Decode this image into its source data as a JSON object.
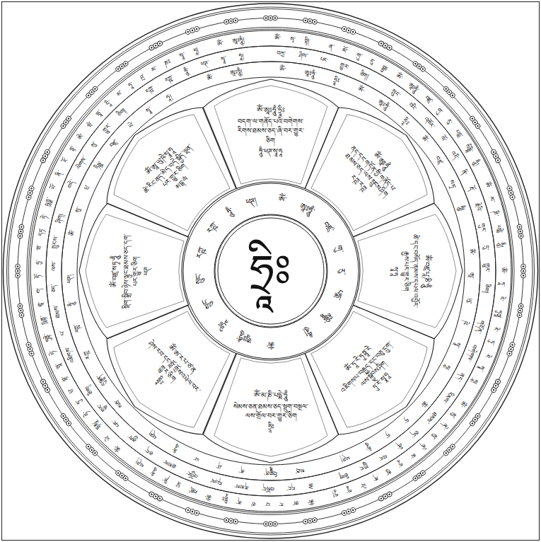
{
  "diagram": {
    "nodes": [
      {
        "text": [
          "ༀ་སྭ་སྟི། ན་མོ་གུ་རུ་བྷྱཿ ༀ་ཨཱཿཧཱུྃ་བཛྲ་གུ་རུ་པདྨ་སིདྡྷི་ཧཱུྃ། ༀ་མ་ཎི་པདྨེ་ཧཱུྃ། ༀ་ཏཱ་རེ་ཏུཏྟཱ་རེ་ཏུ་རེ་སྭཱ་ཧཱ། ༀ་མུ་ནེ་མུ་ནེ་མ་ཧཱ་མུ་ན་ཡེ་སྭཱ་ཧཱ། ༀ་ཨ་ར་པ་ཙ་ན་དྷཱིཿ ༀ་བཛྲ་པཱ་ཎི་ཧཱུྃ་ཕཊ། ༀ་ཡེ་དྷརྨཱ་ཧེ་ཏུ་པྲ་བྷ་ཝཱ་ཧེ་ཏུནྟེ་ཥཱནྟ་ཐཱ་ག་ཏོ་ཧྱ་ཝ་དཏ་ཏེ་ཥཱཉྩ་ཡོ་ནི་རོ་དྷ་ཨེ་ཝཾ་ཝཱ་དཱི་མ་ཧཱ་ཤྲ་མ་ཎཿ སྭཱ་ཧཱ། ༀ་ཨཱཿཧཱུྃ།"
        ]
      },
      {
        "text": [
          "བཀྲ་ཤིས་པར་གྱུར་ཅིག། སྲུང་བའི་འཁོར་ལོ་འདི་ནི་རྡོ་རྗེའི་གུར་དུ་གྱུར་ཅིག། གདོན་བགེགས་ནད་རིམས་ཐམས་ཅད་ཞི་བར་གྱུར་ཅིག། ཚེ་དང་བསོད་ནམས་དཔལ་འབྱོར་ཐམས་ཅད་རྒྱས་པར་གྱུར་ཅིག། འཇིགས་པ་ཐམས་ཅད་ལས་སྲུངས་ཤིག། བདེ་ལེགས་སུ་གྱུར་ཅིག། རཀྵ་རཀྵ་ཧཱུྃ་ཕཊ་སྭཱ་ཧཱ།"
        ]
      },
      {
        "text": [
          "ༀ་ཨཱཿཧཱུྃ་ཧྲཱིཿ ༀ་ཨཱཿཧཱུྃ་ཧྲཱིཿ ༀ་བཛྲ་སཏྭ་ཧཱུྃ། ༀ་ཨཱ་ཡུ་ཥེ་སྭཱ་ཧཱ། ༀ་ཧ་ཧ་ཧཱུྃ་ཕཊ། སརྦ་བིགྷྣཱན་ན་ཤ་ཡ་ཧཱུྃ་ཕཊ། སརྦ་དུཥྚཱན་རཀྵ་རཀྵ་ཧཱུྃ་ཕཊ། ༀ་སུ་པྲ་ཏིཥྛ་བཛྲ་ཡེ་སྭཱ་ཧཱ། ༀ་ཨཱཿཧཱུྃ།"
        ]
      },
      {
        "text": [
          "ༀ་ཨཱཿཧཱུྃ་ཧྲཱིཿ",
          "བདག་ལ་གནོད་པའི་བགེགས་རིགས་ཐམས་ཅད་ཞི་བར་གྱུར་ཅིག",
          "ཧཱུྃ་ཕཊ་སྭཱ་ཧཱ"
        ]
      },
      {
        "text": [
          "ༀ་ཨཱཿཧཱུྃ",
          "ནད་དང་གདོན་གྱི་གནོད་པ་ཐམས་ཅད་ལས་སྲུངས་ཤིག",
          "རཀྵ་རཀྵ"
        ]
      },
      {
        "text": [
          "ༀ་བཛྲ་པཱ་ཎི་ཧཱུྃ",
          "ཚེ་དང་བསོད་ནམས་དཔལ་འབྱོར་རྒྱས་པར་གྱུར་ཅིག",
          "སྭཱ་ཧཱ"
        ]
      },
      {
        "text": [
          "ༀ་ཏཱ་རེ་ཏུཏྟཱ་རེ",
          "འཇིགས་པ་བརྒྱད་དང་བཅུ་དྲུག་ལས་སྐྱོབས་ཤིག",
          "ཏུ་རེ་སྭཱ་ཧཱ"
        ]
      },
      {
        "text": [
          "ༀ་མ་ཎི་པདྨེ་ཧཱུྃ",
          "སེམས་ཅན་ཐམས་ཅད་སྡུག་བསྔལ་ལས་གྲོལ་བར་གྱུར་ཅིག",
          "ཧྲཱིཿ"
        ]
      },
      {
        "text": [
          "ༀ་ཨ་ར་པ་ཙ་ན",
          "ཤེས་རབ་དང་བློ་གྲོས་འཕེལ་བར་གྱུར་ཅིག",
          "དྷཱིཿ"
        ]
      },
      {
        "text": [
          "ༀ་བཛྲ་སཏྭ་ཧཱུྃ",
          "སྡིག་སྒྲིབ་ཉེས་ལྟུང་ཐམས་ཅད་དག་པར་གྱུར་ཅིག",
          "ཕཊ"
        ]
      },
      {
        "text": [
          "ༀ་ཨཱ་ཡུ་ཥེ་སྭཱ་ཧཱ",
          "ཚེ་རིང་ནད་མེད་བདེ་སྐྱིད་ལྡན་པར་གྱུར་ཅིག",
          "མངྒ་ལཾ"
        ]
      },
      {
        "text": [
          "ༀ་ཨཱཿཧཱུྃ་བཛྲ་གུ་རུ་པདྨ་སིདྡྷི་ཧཱུྃ། ༀ་ཨཱཿཧཱུྃ་ཧྲཱིཿ སྲུང་སྲུང་རཀྵ་རཀྵ་ཧཱུྃ་ཕཊ།"
        ]
      },
      {
        "text": [
          "ཧྲཱིཿ"
        ],
        "in": 11
      }
    ]
  }
}
